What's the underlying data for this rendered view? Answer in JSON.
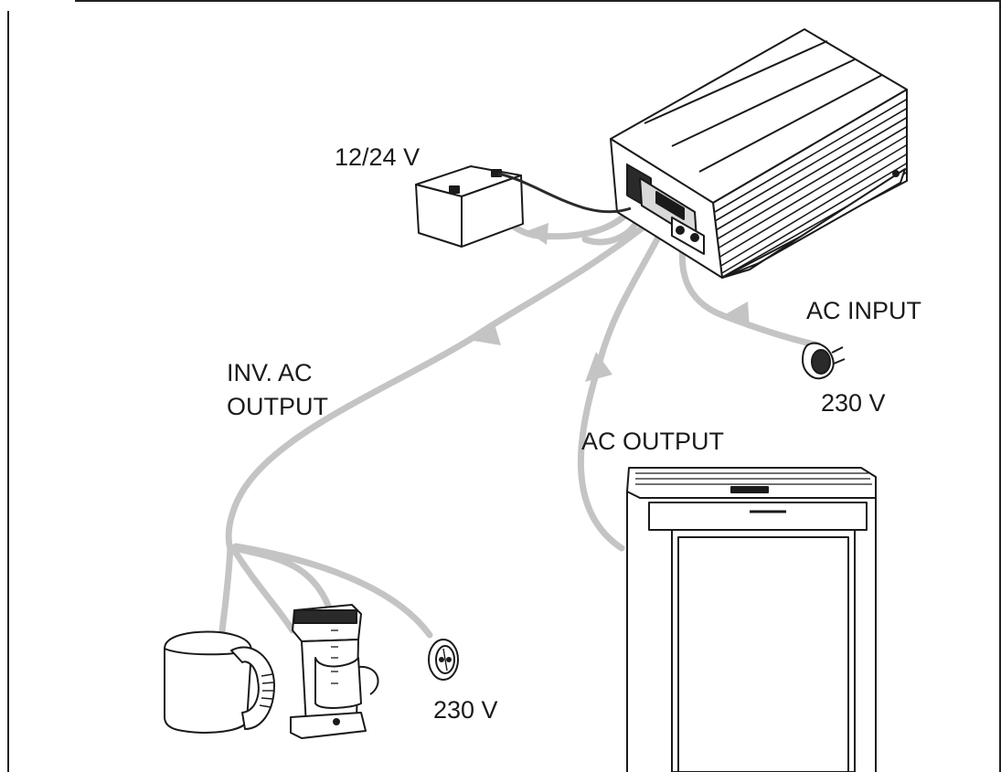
{
  "labels": {
    "battery_voltage": "12/24 V",
    "inv_ac_line1": "INV. AC",
    "inv_ac_line2": "OUTPUT",
    "ac_output": "AC OUTPUT",
    "ac_input": "AC INPUT",
    "plug_voltage": "230 V",
    "socket_voltage": "230 V"
  },
  "colors": {
    "line": "#1a1a1a",
    "cable": "#c4c4c4",
    "cable_dark": "#2a2a2a",
    "fill": "#ffffff",
    "shade": "#e8e8e8"
  },
  "icons": {
    "inverter": "power-inverter-unit",
    "battery": "battery-icon",
    "plug": "power-plug-icon",
    "fridge": "refrigerator-icon",
    "kettle": "kettle-icon",
    "coffee": "coffee-maker-icon",
    "socket": "wall-socket-icon"
  }
}
